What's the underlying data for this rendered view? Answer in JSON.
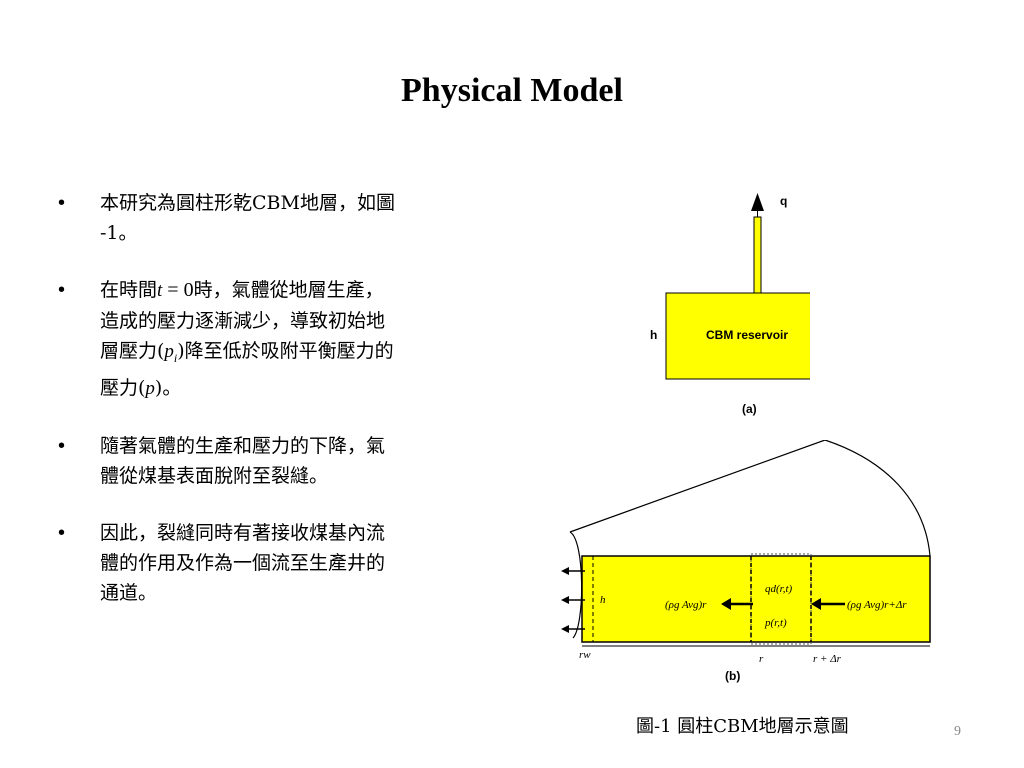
{
  "title": "Physical Model",
  "bullets": [
    {
      "lines": [
        "本研究為圓柱形乾CBM地層，如圖",
        "-1。"
      ]
    },
    {
      "line1_pre": "在時間",
      "line1_var": "t",
      "line1_eq": " = 0",
      "line1_post": "時，氣體從地層生產，",
      "line2": "造成的壓力逐漸減少，導致初始地",
      "line3_pre": "層壓力(",
      "line3_var": "p",
      "line3_sub": "i",
      "line3_post": ")降至低於吸附平衡壓力的",
      "line4_pre": "壓力(",
      "line4_var": "p",
      "line4_post": ")。"
    },
    {
      "lines": [
        "隨著氣體的生產和壓力的下降，氣",
        "體從煤基表面脫附至裂縫。"
      ]
    },
    {
      "lines": [
        "因此，裂縫同時有著接收煤基內流",
        "體的作用及作為一個流至生產井的",
        "通道。"
      ]
    }
  ],
  "figure_a": {
    "flow_label": "q",
    "height_label": "h",
    "reservoir_label": "CBM reservoir",
    "panel_label": "(a)"
  },
  "figure_b": {
    "height_label": "h",
    "left_flux": "(ρg Avg)r",
    "right_flux": "(ρg Avg)r+Δr",
    "source_label": "qd(r,t)",
    "pressure_label": "p(r,t)",
    "rw_label": "rw",
    "r_label": "r",
    "r_dr_label": "r + Δr",
    "panel_label": "(b)"
  },
  "caption": "圖-1 圓柱CBM地層示意圖",
  "slide_number": "9",
  "colors": {
    "reservoir_fill": "#FFFF00",
    "arrow": "#000000"
  }
}
